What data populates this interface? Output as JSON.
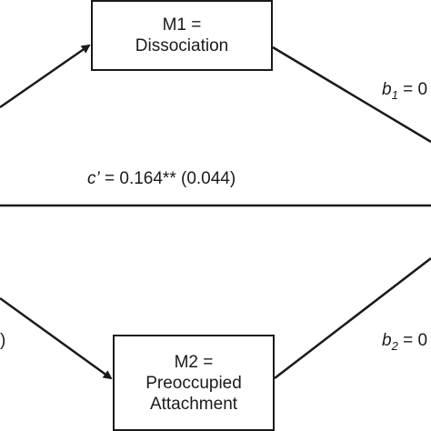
{
  "m1": {
    "line1": "M1 =",
    "line2": "Dissociation"
  },
  "m2": {
    "line1": "M2 =",
    "line2": "Preoccupied",
    "line3": "Attachment"
  },
  "c_prime": {
    "symbol": "c’",
    "value": " = 0.164** (0.044)"
  },
  "b1": {
    "letter": "b",
    "sub": "1",
    "value": " = 0"
  },
  "b2": {
    "letter": "b",
    "sub": "2",
    "value": " = 0"
  },
  "a2_partial": ")",
  "colors": {
    "stroke": "#1a1a1a",
    "background": "#ffffff"
  }
}
